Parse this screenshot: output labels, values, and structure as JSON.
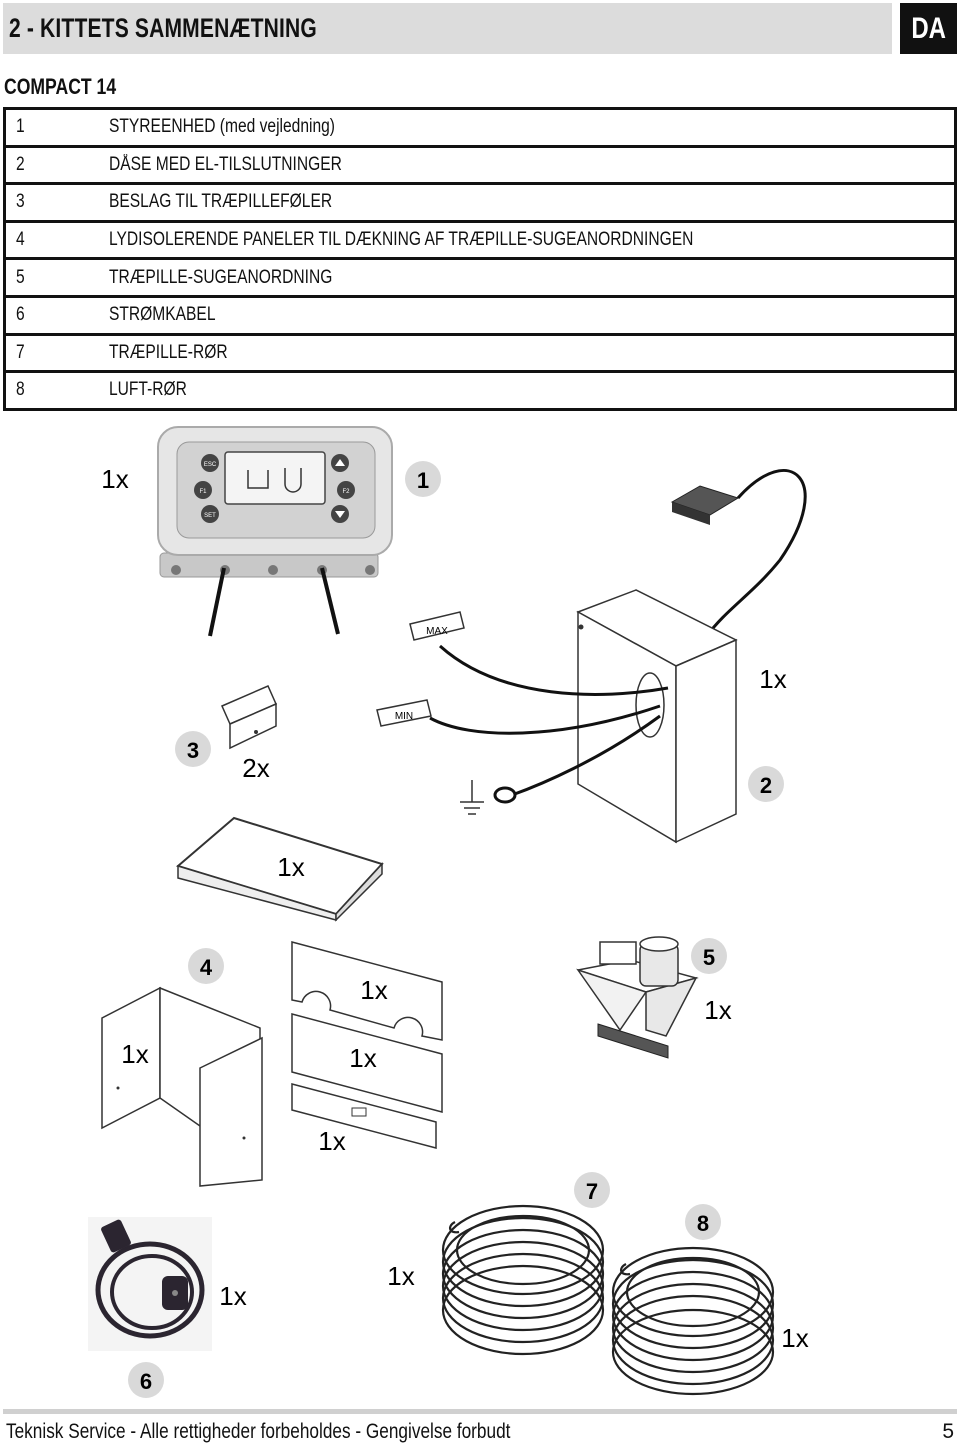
{
  "header": {
    "title": "2 - KITTETS SAMMENÆTNING",
    "lang": "DA"
  },
  "section_title": "COMPACT 14",
  "parts": [
    {
      "num": "1",
      "desc": "STYREENHED (med vejledning)"
    },
    {
      "num": "2",
      "desc": "DÅSE MED EL-TILSLUTNINGER"
    },
    {
      "num": "3",
      "desc": "BESLAG TIL TRÆPILLEFØLER"
    },
    {
      "num": "4",
      "desc": "LYDISOLERENDE PANELER TIL DÆKNING AF TRÆPILLE-SUGEANORDNINGEN"
    },
    {
      "num": "5",
      "desc": "TRÆPILLE-SUGEANORDNING"
    },
    {
      "num": "6",
      "desc": "STRØMKABEL"
    },
    {
      "num": "7",
      "desc": "TRÆPILLE-RØR"
    },
    {
      "num": "8",
      "desc": "LUFT-RØR"
    }
  ],
  "illustration": {
    "control_unit": {
      "qty": "1x",
      "num": "1",
      "btn_esc": "ESC",
      "btn_f1": "F1",
      "btn_set": "SET",
      "btn_f2": "F2"
    },
    "electrical_box": {
      "qty": "1x",
      "num": "2",
      "sensor_max": "MAX",
      "sensor_min": "MIN"
    },
    "bracket": {
      "qty": "2x",
      "num": "3"
    },
    "top_panel": {
      "qty": "1x"
    },
    "panels": {
      "num": "4",
      "side_qty": "1x",
      "panel_a_qty": "1x",
      "panel_b_qty": "1x",
      "panel_c_qty": "1x"
    },
    "suction_unit": {
      "qty": "1x",
      "num": "5"
    },
    "power_cable": {
      "qty": "1x",
      "num": "6"
    },
    "pellet_hose": {
      "qty": "1x",
      "num": "7"
    },
    "air_hose": {
      "qty": "1x",
      "num": "8"
    }
  },
  "footer": {
    "text": "Teknisk Service - Alle rettigheder forbeholdes - Gengivelse forbudt",
    "page": "5"
  }
}
